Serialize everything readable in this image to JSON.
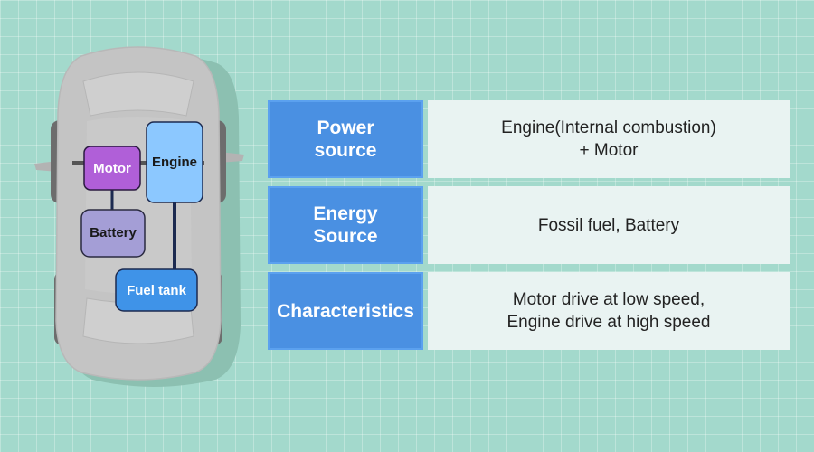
{
  "colors": {
    "background": "#a3d9cc",
    "header_fill": "#4a90e2",
    "value_fill": "#e9f3f2",
    "car_body": "#c4c4c4",
    "tire": "#6d6d6d",
    "motor": "#b05fd8",
    "engine": "#8cc8ff",
    "battery": "#a49ed6",
    "fuel_tank": "#3f93e8",
    "connector": "#1c2a50"
  },
  "diagram": {
    "components": {
      "motor": "Motor",
      "engine": "Engine",
      "battery": "Battery",
      "fuel_tank": "Fuel tank"
    }
  },
  "table": {
    "rows": [
      {
        "header": "Power\nsource",
        "value": "Engine(Internal combustion)\n+ Motor"
      },
      {
        "header": "Energy\nSource",
        "value": "Fossil fuel, Battery"
      },
      {
        "header": "Characteristics",
        "value": "Motor drive at low speed,\nEngine drive at high speed"
      }
    ]
  }
}
